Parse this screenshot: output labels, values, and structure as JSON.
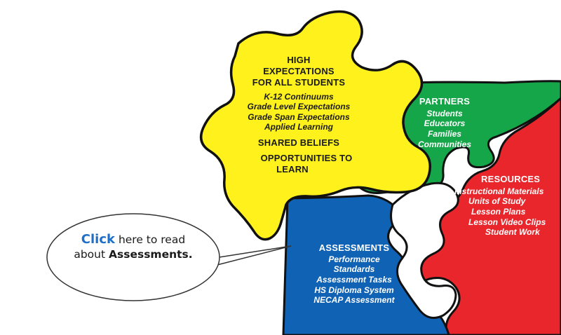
{
  "colors": {
    "yellow": "#fff21c",
    "green": "#16a64a",
    "red": "#e8262b",
    "blue": "#1062b5",
    "outline": "#111111",
    "link": "#1f6fc9"
  },
  "pieces": {
    "expectations": {
      "title": [
        "HIGH",
        "EXPECTATIONS",
        "FOR ALL STUDENTS"
      ],
      "items": [
        "K-12 Continuums",
        "Grade Level Expectations",
        "Grade Span Expectations",
        "Applied Learning"
      ],
      "extra1": "SHARED BELIEFS",
      "extra2": [
        "OPPORTUNITIES TO",
        "LEARN"
      ]
    },
    "partners": {
      "title": "PARTNERS",
      "items": [
        "Students",
        "Educators",
        "Families",
        "Communities"
      ]
    },
    "resources": {
      "title": "RESOURCES",
      "items": [
        "Instructional Materials",
        "Units of Study",
        "Lesson Plans",
        "Lesson Video Clips",
        "Student Work"
      ]
    },
    "assessments": {
      "title": "ASSESSMENTS",
      "items": [
        "Performance",
        "Standards",
        "Assessment Tasks",
        "HS Diploma System",
        "NECAP Assessment"
      ]
    }
  },
  "callout": {
    "click": "Click",
    "text1": "here to read",
    "text2": "about",
    "strong": "Assessments."
  }
}
